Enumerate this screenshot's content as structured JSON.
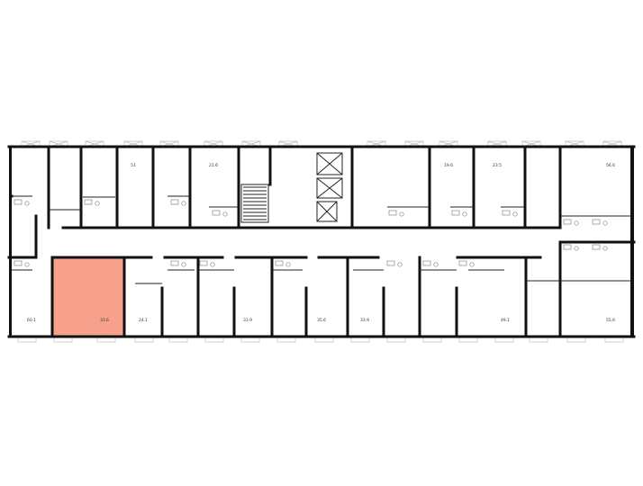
{
  "plan": {
    "highlight_color": "#f7a18d",
    "highlight_border": "#e0553a",
    "wall_color": "#111111",
    "top_units": [
      {
        "area": "51"
      },
      {
        "area": "21.6"
      },
      {
        "area": "19.6"
      },
      {
        "area": "23.5"
      },
      {
        "area": "56.6"
      }
    ],
    "bottom_units": [
      {
        "area": "60.1"
      },
      {
        "area": "33.6",
        "highlighted": true
      },
      {
        "area": "24.1"
      },
      {
        "area": "33.9"
      },
      {
        "area": "35.6"
      },
      {
        "area": "33.9"
      },
      {
        "area": "49.1"
      },
      {
        "area": "55.6"
      }
    ]
  }
}
